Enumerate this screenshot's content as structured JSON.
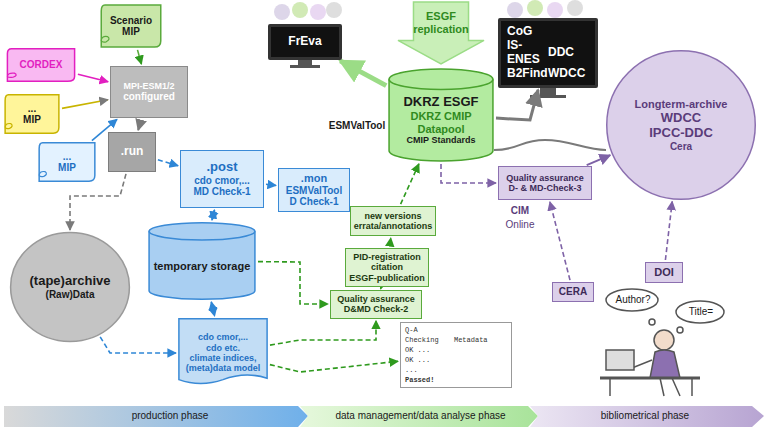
{
  "diagram": {
    "nodes": [
      {
        "text": [
          "Scenario MIP"
        ]
      },
      {
        "text": [
          "CORDEX"
        ]
      },
      {
        "text": [
          "...",
          "MIP"
        ]
      },
      {
        "text": [
          "...",
          "MIP"
        ]
      },
      {
        "text": [
          "MPI-ESM1/2",
          "configured"
        ]
      },
      {
        "text": [
          ".run"
        ]
      },
      {
        "text": [
          "(tape)archive",
          "(Raw)Data"
        ]
      },
      {
        "text": [
          ".post",
          "cdo cmor,...",
          "MD Check-1"
        ]
      },
      {
        "text": [
          ".mon",
          "ESMValTool",
          "D Check-1"
        ]
      },
      {
        "text": [
          "temporary storage"
        ]
      },
      {
        "text": [
          "cdo cmor,...",
          "cdo etc.",
          "climate indices, (meta)data model"
        ]
      },
      {
        "text": [
          "Q-A",
          "Checking",
          "Metadata",
          "OK ...",
          "OK ...",
          "...",
          "Passed!"
        ]
      },
      {
        "text": [
          "Quality assurance",
          "D&MD Check-2"
        ]
      },
      {
        "text": [
          "PID-registration",
          "citation",
          "ESGF-publication"
        ]
      },
      {
        "text": [
          "new versions",
          "errata/annotations"
        ]
      },
      {
        "text": [
          "DKRZ ESGF",
          "DKRZ CMIP Datapool",
          "CMIP Standards"
        ]
      },
      {
        "text": [
          "ESGF replication"
        ]
      },
      {
        "text": [
          "FrEva"
        ]
      },
      {
        "text": [
          "CoG",
          "IS-ENES",
          "DDC",
          "B2Find",
          "WDCC"
        ]
      },
      {
        "text": [
          "Longterm-archive",
          "WDCC",
          "IPCC-DDC",
          "Cera"
        ]
      },
      {
        "text": [
          "Quality assurance",
          "D- & MD-Check-3"
        ]
      },
      {
        "text": [
          "CERA"
        ]
      },
      {
        "text": [
          "DOI"
        ]
      }
    ],
    "edges": [
      {
        "from": 0,
        "to": 4,
        "arrow": "to"
      },
      {
        "from": 1,
        "to": 4,
        "arrow": "to"
      },
      {
        "from": 2,
        "to": 4,
        "arrow": "to"
      },
      {
        "from": 3,
        "to": 4,
        "arrow": "to"
      },
      {
        "from": 4,
        "to": 5,
        "arrow": "to"
      },
      {
        "from": 5,
        "to": 6,
        "arrow": "to"
      },
      {
        "from": 5,
        "to": 7,
        "arrow": "to"
      },
      {
        "from": 7,
        "to": 8,
        "arrow": "to"
      },
      {
        "from": 7,
        "to": 9,
        "arrow": "both"
      },
      {
        "from": 9,
        "to": 10,
        "arrow": "both"
      },
      {
        "from": 6,
        "to": 10,
        "arrow": "to"
      },
      {
        "from": 9,
        "to": 12,
        "arrow": "to"
      },
      {
        "from": 10,
        "to": 12,
        "arrow": "to"
      },
      {
        "from": 12,
        "to": 13,
        "arrow": "to"
      },
      {
        "from": 13,
        "to": 14,
        "arrow": "to"
      },
      {
        "from": 14,
        "to": 15,
        "arrow": "to"
      },
      {
        "from": 15,
        "to": 17,
        "arrow": "to"
      },
      {
        "from": 15,
        "to": 18,
        "arrow": "to"
      },
      {
        "from": 15,
        "to": 20,
        "arrow": "to"
      },
      {
        "from": 20,
        "to": 19,
        "arrow": "to"
      },
      {
        "from": 22,
        "to": 19,
        "arrow": "to"
      },
      {
        "from": 21,
        "to": 20,
        "arrow": "to"
      },
      {
        "from": 10,
        "to": 11,
        "arrow": "to"
      }
    ],
    "labels": [
      "ESMValTool",
      "CIM",
      "Online",
      "Author?",
      "Title=",
      "production phase",
      "data management/data analyse phase",
      "bibliometrical phase"
    ]
  }
}
